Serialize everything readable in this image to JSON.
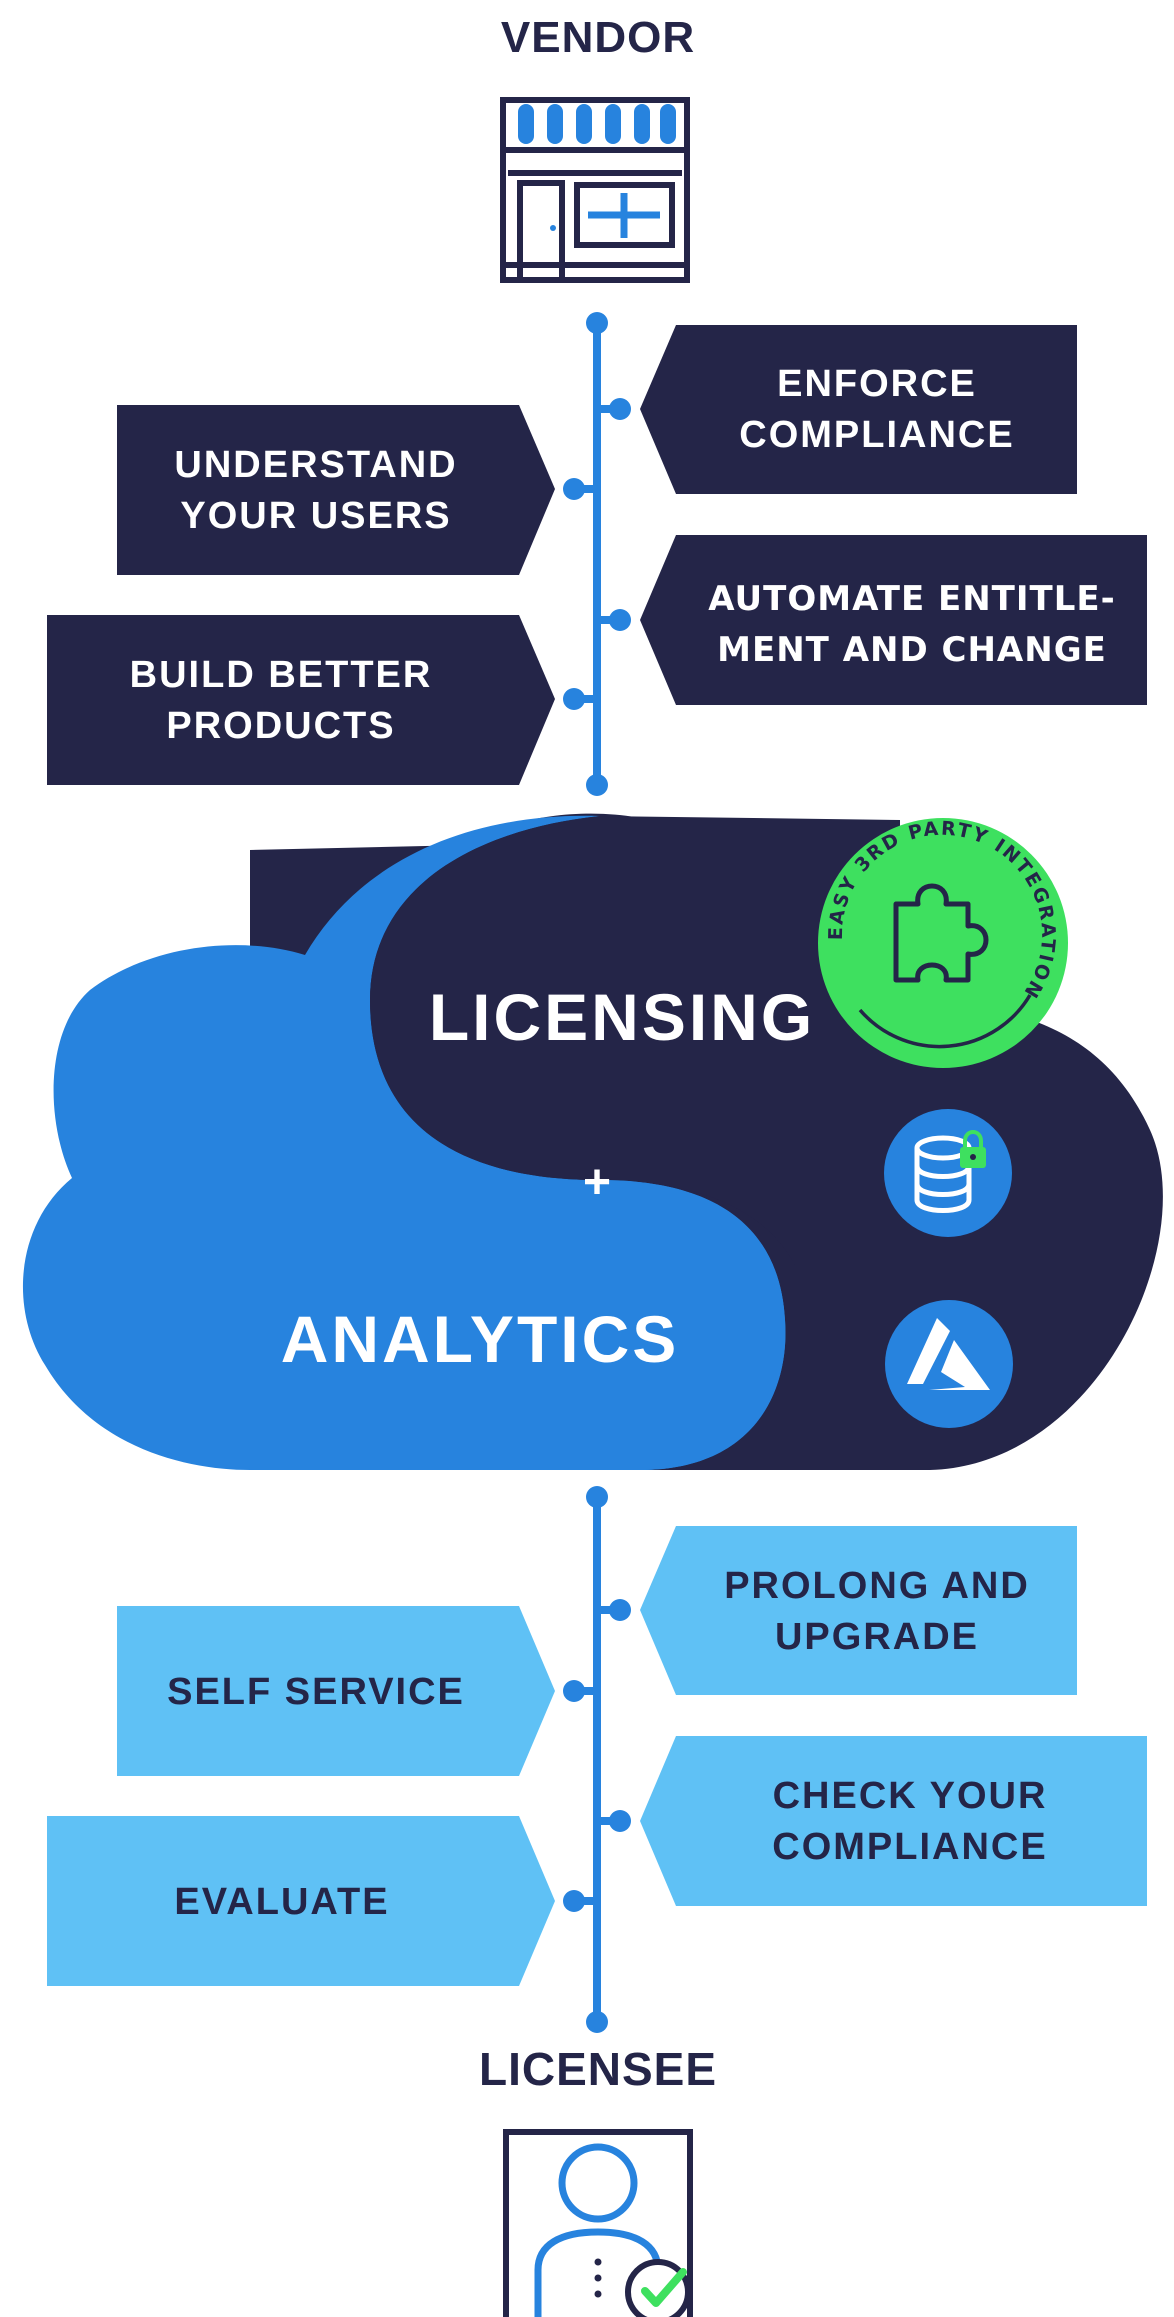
{
  "colors": {
    "navy": "#242548",
    "blue": "#2783de",
    "light_blue": "#5fc1f5",
    "green": "#3ee05f",
    "white": "#ffffff"
  },
  "vendor": {
    "title": "VENDOR",
    "icon": "storefront-icon"
  },
  "vendor_items": [
    {
      "line1": "ENFORCE",
      "line2": "COMPLIANCE",
      "side": "right"
    },
    {
      "line1": "UNDERSTAND",
      "line2": "YOUR USERS",
      "side": "left"
    },
    {
      "line1": "AUTOMATE ENTITLE-",
      "line2": "MENT AND CHANGE",
      "side": "right"
    },
    {
      "line1": "BUILD BETTER",
      "line2": "PRODUCTS",
      "side": "left"
    }
  ],
  "cloud": {
    "licensing": "LICENSING",
    "plus": "+",
    "analytics": "ANALYTICS",
    "badge_text": "EASY 3RD PARTY INTEGRATION",
    "badge_icon": "puzzle-piece-icon",
    "icons": [
      "secure-database-icon",
      "azure-logo-icon"
    ]
  },
  "licensee_items": [
    {
      "line1": "PROLONG AND",
      "line2": "UPGRADE",
      "side": "right"
    },
    {
      "line1": "SELF SERVICE",
      "line2": "",
      "side": "left"
    },
    {
      "line1": "CHECK YOUR",
      "line2": "COMPLIANCE",
      "side": "right"
    },
    {
      "line1": "EVALUATE",
      "line2": "",
      "side": "left"
    }
  ],
  "licensee": {
    "title": "LICENSEE",
    "icon": "verified-user-icon"
  }
}
